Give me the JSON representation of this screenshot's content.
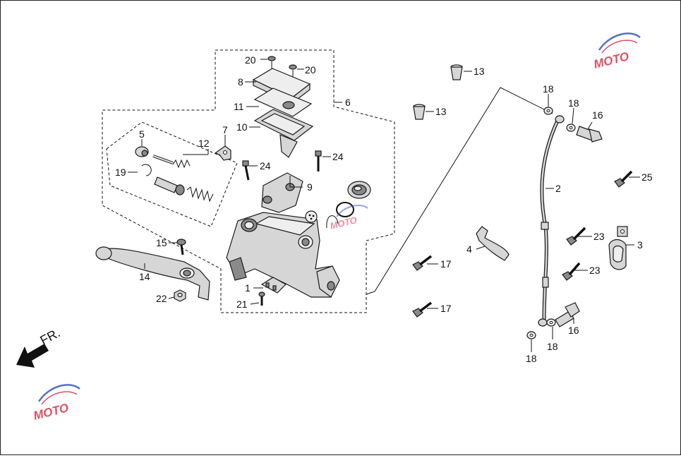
{
  "direction_label": "FR.",
  "watermark_text": "MOTO",
  "colors": {
    "watermark_red": "#d9324a",
    "watermark_blue": "#3a59b8",
    "ink": "#111111"
  },
  "callouts": {
    "c1": "1",
    "c2": "2",
    "c3": "3",
    "c4": "4",
    "c5": "5",
    "c6": "6",
    "c7": "7",
    "c8": "8",
    "c9": "9",
    "c10": "10",
    "c11": "11",
    "c12": "12",
    "c13a": "13",
    "c13b": "13",
    "c14": "14",
    "c15": "15",
    "c16a": "16",
    "c16b": "16",
    "c17a": "17",
    "c17b": "17",
    "c18a": "18",
    "c18b": "18",
    "c18c": "18",
    "c18d": "18",
    "c19": "19",
    "c20a": "20",
    "c20b": "20",
    "c21": "21",
    "c22": "22",
    "c23a": "23",
    "c23b": "23",
    "c24a": "24",
    "c24b": "24",
    "c25": "25"
  }
}
